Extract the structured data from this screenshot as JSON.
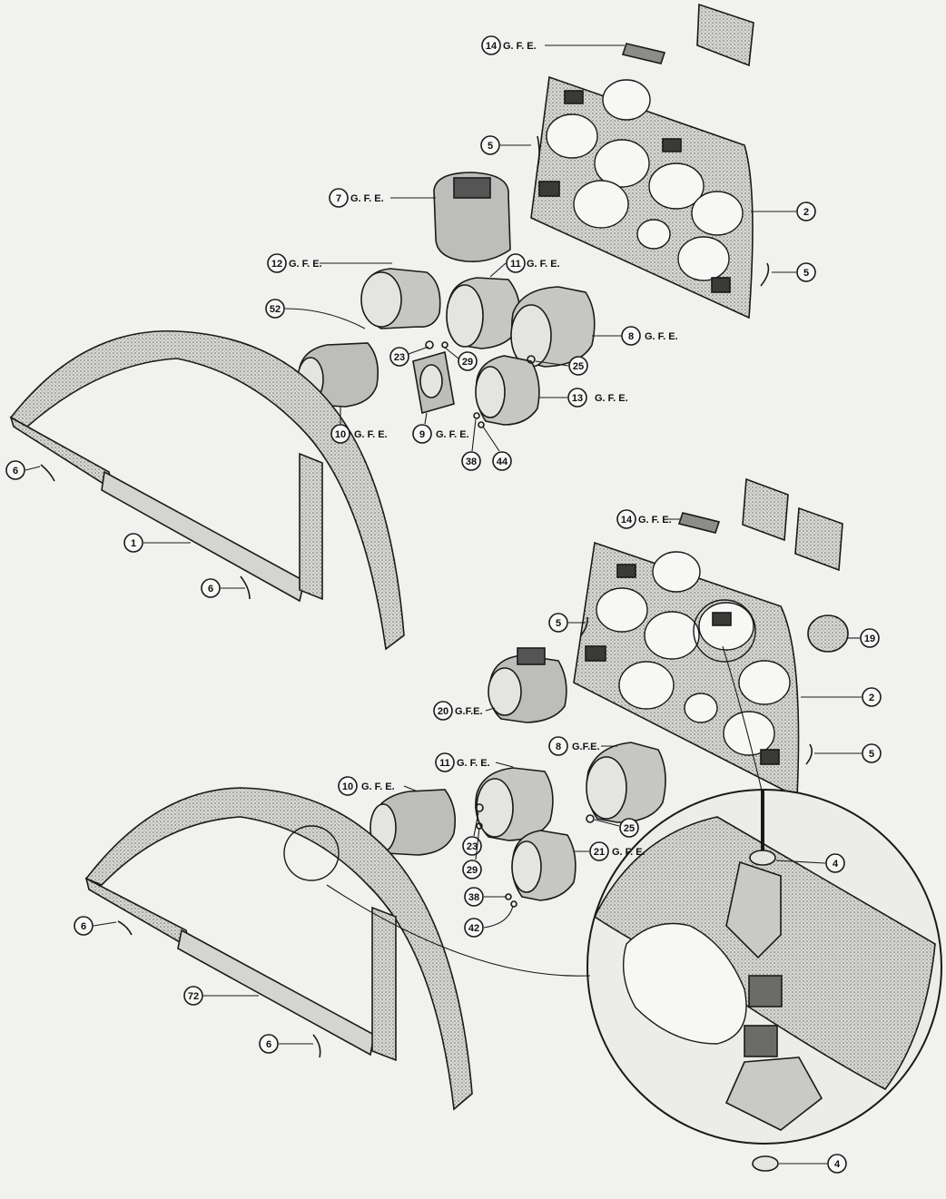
{
  "colors": {
    "paper": "#f1f1ef",
    "ink": "#1a1a1a",
    "panel": "#cfcfcc"
  },
  "callouts": [
    {
      "id": "c14a",
      "num": "14",
      "suffix": "G. F. E."
    },
    {
      "id": "c5a",
      "num": "5",
      "suffix": ""
    },
    {
      "id": "c7",
      "num": "7",
      "suffix": "G. F. E."
    },
    {
      "id": "c2a",
      "num": "2",
      "suffix": ""
    },
    {
      "id": "c12",
      "num": "12",
      "suffix": "G. F. E."
    },
    {
      "id": "c11a",
      "num": "11",
      "suffix": "G. F. E."
    },
    {
      "id": "c5b",
      "num": "5",
      "suffix": ""
    },
    {
      "id": "c52",
      "num": "52",
      "suffix": ""
    },
    {
      "id": "c8a",
      "num": "8",
      "suffix": "G. F. E."
    },
    {
      "id": "c23a",
      "num": "23",
      "suffix": ""
    },
    {
      "id": "c29a",
      "num": "29",
      "suffix": ""
    },
    {
      "id": "c25a",
      "num": "25",
      "suffix": ""
    },
    {
      "id": "c13",
      "num": "13",
      "suffix": "G. F. E."
    },
    {
      "id": "c10a",
      "num": "10",
      "suffix": "G. F. E."
    },
    {
      "id": "c9",
      "num": "9",
      "suffix": "G. F. E."
    },
    {
      "id": "c38a",
      "num": "38",
      "suffix": ""
    },
    {
      "id": "c44",
      "num": "44",
      "suffix": ""
    },
    {
      "id": "c6a",
      "num": "6",
      "suffix": ""
    },
    {
      "id": "c1",
      "num": "1",
      "suffix": ""
    },
    {
      "id": "c6b",
      "num": "6",
      "suffix": ""
    },
    {
      "id": "c14b",
      "num": "14",
      "suffix": "G. F. E."
    },
    {
      "id": "c5c",
      "num": "5",
      "suffix": ""
    },
    {
      "id": "c19",
      "num": "19",
      "suffix": ""
    },
    {
      "id": "c20",
      "num": "20",
      "suffix": "G.F.E."
    },
    {
      "id": "c2b",
      "num": "2",
      "suffix": ""
    },
    {
      "id": "c8b",
      "num": "8",
      "suffix": "G.F.E."
    },
    {
      "id": "c5d",
      "num": "5",
      "suffix": ""
    },
    {
      "id": "c11b",
      "num": "11",
      "suffix": "G. F. E."
    },
    {
      "id": "c10b",
      "num": "10",
      "suffix": "G. F. E."
    },
    {
      "id": "c25b",
      "num": "25",
      "suffix": ""
    },
    {
      "id": "c23b",
      "num": "23",
      "suffix": ""
    },
    {
      "id": "c21",
      "num": "21",
      "suffix": "G. F. E."
    },
    {
      "id": "c4a",
      "num": "4",
      "suffix": ""
    },
    {
      "id": "c29b",
      "num": "29",
      "suffix": ""
    },
    {
      "id": "c38b",
      "num": "38",
      "suffix": ""
    },
    {
      "id": "c42",
      "num": "42",
      "suffix": ""
    },
    {
      "id": "c6c",
      "num": "6",
      "suffix": ""
    },
    {
      "id": "c72",
      "num": "72",
      "suffix": ""
    },
    {
      "id": "c6d",
      "num": "6",
      "suffix": ""
    },
    {
      "id": "c4b",
      "num": "4",
      "suffix": ""
    }
  ]
}
